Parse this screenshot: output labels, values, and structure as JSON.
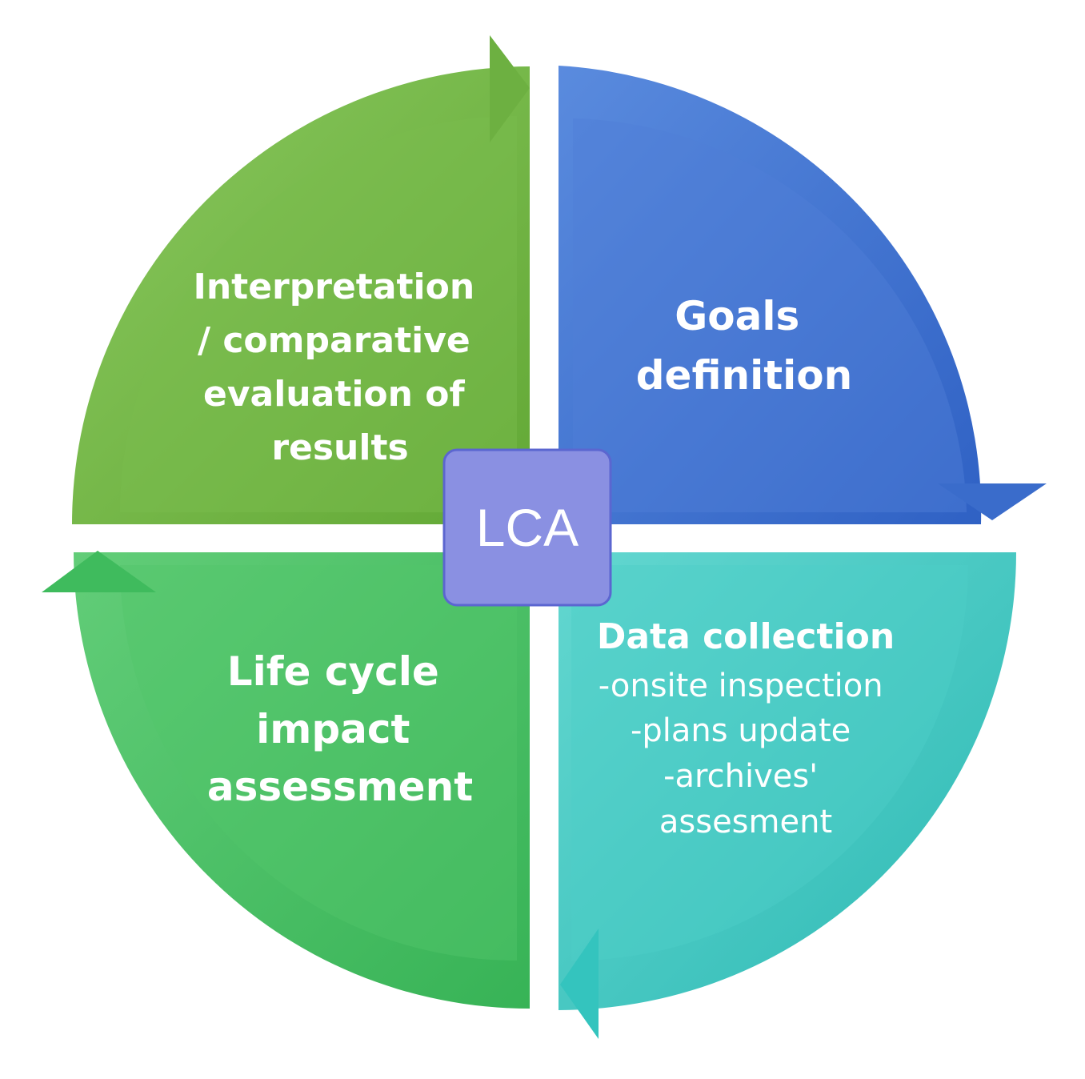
{
  "center": {
    "label": "LCA",
    "color": "#8A90E2"
  },
  "quadrants": {
    "top_right": {
      "lines": [
        "Goals",
        "definition"
      ],
      "color": "#3A6CCB",
      "light_color": "#5586DC"
    },
    "bottom_right": {
      "title": "Data collection",
      "items": [
        "-onsite inspection",
        "-plans update",
        "-archives'",
        "assesment"
      ],
      "color": "#34C4BE",
      "light_color": "#5DD6CF"
    },
    "bottom_left": {
      "lines": [
        "Life cycle",
        "impact",
        "assessment"
      ],
      "color": "#3FBB5D",
      "light_color": "#5FCB74"
    },
    "top_left": {
      "lines": [
        "Interpretation",
        "/ comparative",
        "evaluation of",
        "results"
      ],
      "color": "#6DB041",
      "light_color": "#86C55B"
    }
  },
  "cycle_direction": "clockwise"
}
